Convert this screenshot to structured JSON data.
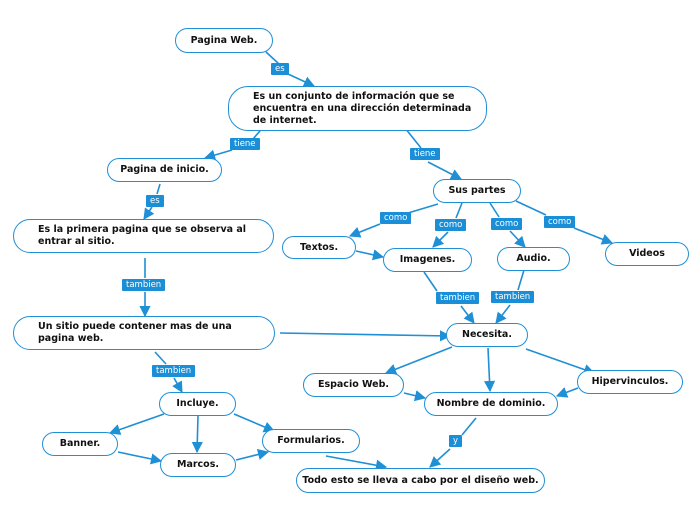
{
  "nodes": {
    "pagina_web": "Pagina Web.",
    "conjunto": "Es un conjunto de información que se encuentra en una dirección determinada de internet.",
    "pagina_inicio": "Pagina de inicio.",
    "primera_pagina": "Es la primera pagina que se observa al entrar al sitio.",
    "sitio_contener": "Un sitio puede contener mas de una pagina web.",
    "incluye": "Incluye.",
    "banner": "Banner.",
    "marcos": "Marcos.",
    "formularios": "Formularios.",
    "sus_partes": "Sus partes",
    "textos": "Textos.",
    "imagenes": "Imagenes.",
    "audio": "Audio.",
    "videos": "Videos",
    "necesita": "Necesita.",
    "espacio_web": "Espacio Web.",
    "nombre_dominio": "Nombre de dominio.",
    "hipervinculos": "Hipervinculos.",
    "todo_esto": "Todo esto se lleva a cabo por el diseño web."
  },
  "links": {
    "es_1": "es",
    "tiene_1": "tiene",
    "tiene_2": "tiene",
    "es_2": "es",
    "tambien_1": "tambien",
    "tambien_2": "tambien",
    "como_1": "como",
    "como_2": "como",
    "como_3": "como",
    "como_4": "como",
    "tambien_3": "tambien",
    "tambien_4": "tambien",
    "y": "y"
  },
  "colors": {
    "accent": "#1f8fd6",
    "label_bg": "#1a8fd8",
    "text": "#111111"
  }
}
